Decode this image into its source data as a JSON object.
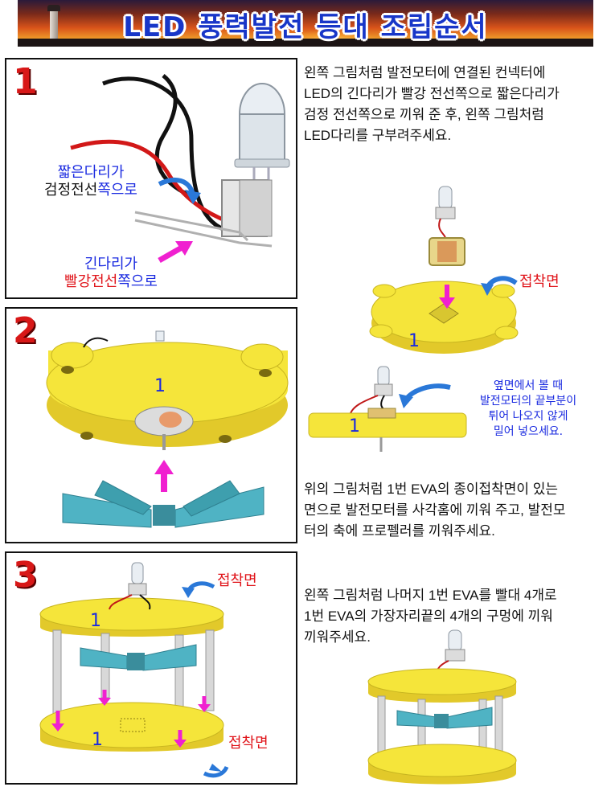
{
  "banner": {
    "title": "LED 풍력발전 등대 조립순서"
  },
  "step1": {
    "number": "1",
    "label_short_line1": "짧은다리가",
    "label_short_black": "검정전선",
    "label_short_suffix": "쪽으로",
    "label_long_line1": "긴다리가",
    "label_long_red": "빨강전선",
    "label_long_suffix": "쪽으로",
    "description": [
      "왼쪽 그림처럼  발전모터에 연결된 컨넥터에",
      "LED의 긴다리가 빨강 전선쪽으로 짧은다리가",
      "검정 전선쪽으로 끼워 준 후, 왼쪽 그림처럼",
      "LED다리를  구부려주세요."
    ]
  },
  "side_images": {
    "adhesive_label": "접착면",
    "part_number": "1",
    "note_lines": [
      "옆면에서 볼 때",
      "발전모터의 끝부분이",
      "튀어 나오지 않게",
      "밀어 넣으세요."
    ]
  },
  "step2": {
    "number": "2",
    "part_number": "1",
    "description": [
      "위의 그림처럼 1번 EVA의 종이접착면이 있는",
      "면으로 발전모터를 사각홈에 끼워 주고, 발전모",
      "터의 축에 프로펠러를 끼워주세요."
    ]
  },
  "step3": {
    "number": "3",
    "adhesive_top": "접착면",
    "adhesive_bottom": "접착면",
    "part_number_top": "1",
    "part_number_bottom": "1",
    "description": [
      "왼쪽 그림처럼 나머지 1번 EVA를  빨대 4개로",
      "1번 EVA의 가장자리끝의 4개의 구멍에 끼워",
      "끼워주세요."
    ]
  },
  "colors": {
    "yellow": "#f5e53a",
    "teal": "#4fb3c4",
    "magenta": "#f020d0",
    "blue_text": "#1a2ae0",
    "red_text": "#e0141a"
  }
}
